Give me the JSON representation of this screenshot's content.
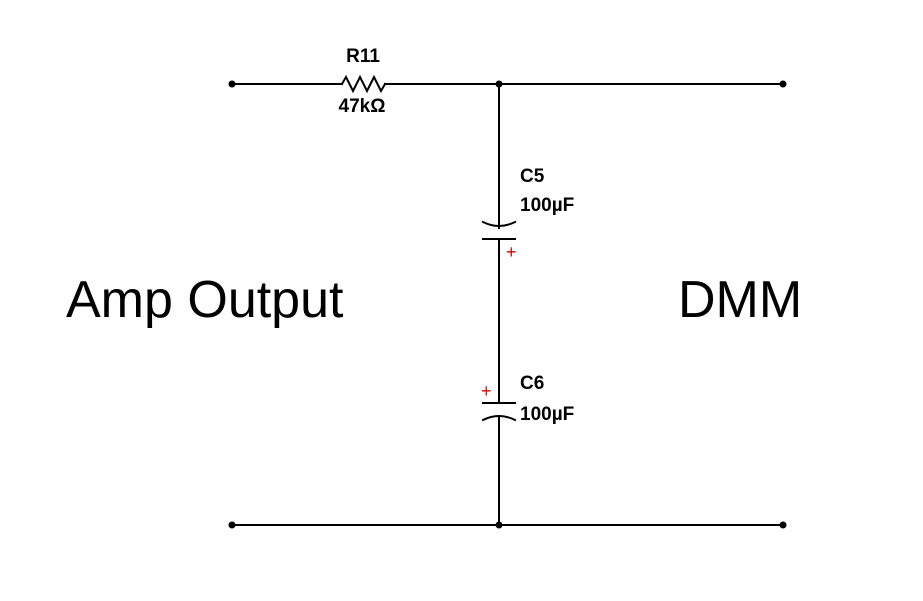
{
  "labels": {
    "left": "Amp Output",
    "right": "DMM"
  },
  "components": {
    "r11": {
      "ref": "R11",
      "value": "47kΩ"
    },
    "c5": {
      "ref": "C5",
      "value": "100µF",
      "polarity": "+"
    },
    "c6": {
      "ref": "C6",
      "value": "100µF",
      "polarity": "+"
    }
  },
  "colors": {
    "wire": "#000000",
    "polarity_mark": "#cc0000",
    "background": "#ffffff"
  }
}
